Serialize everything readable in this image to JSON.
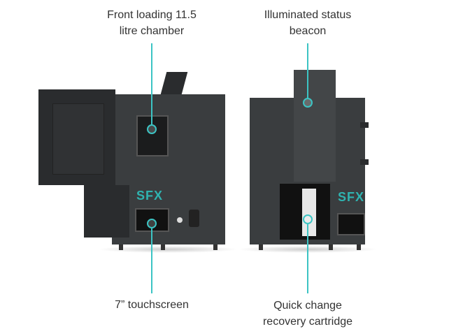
{
  "labels": {
    "chamber": {
      "line1": "Front loading 11.5",
      "line2": "litre chamber"
    },
    "beacon": {
      "line1": "Illuminated status",
      "line2": "beacon"
    },
    "touchscreen": {
      "line1": "7” touchscreen"
    },
    "cartridge": {
      "line1": "Quick change",
      "line2": "recovery cartridge"
    }
  },
  "brand": {
    "logo": "SFX"
  },
  "colors": {
    "accent": "#3cc4c4",
    "body": "#3a3d3f"
  }
}
